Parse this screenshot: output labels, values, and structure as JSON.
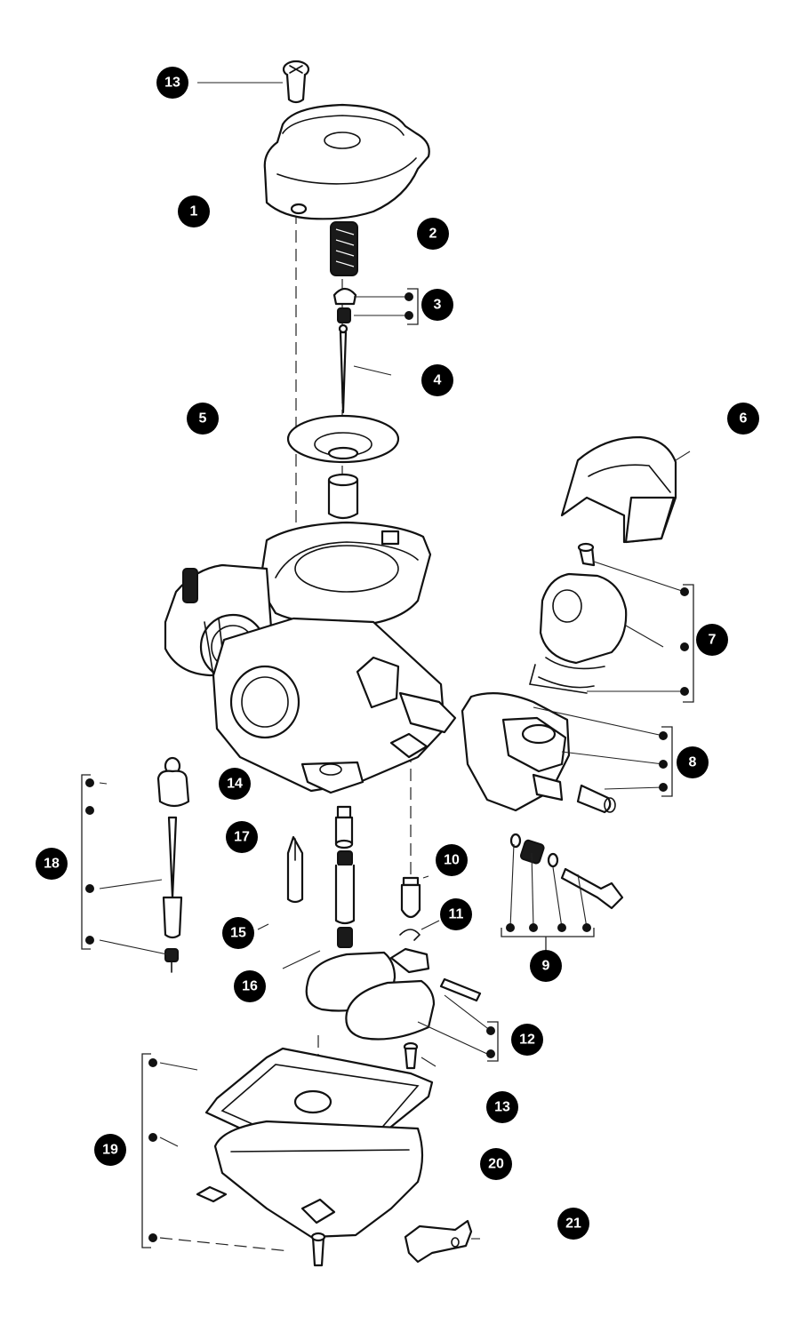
{
  "diagram": {
    "callouts": [
      {
        "id": "c13a",
        "label": "13"
      },
      {
        "id": "c1",
        "label": "1"
      },
      {
        "id": "c2",
        "label": "2"
      },
      {
        "id": "c3",
        "label": "3"
      },
      {
        "id": "c4",
        "label": "4"
      },
      {
        "id": "c5",
        "label": "5"
      },
      {
        "id": "c6",
        "label": "6"
      },
      {
        "id": "c7",
        "label": "7"
      },
      {
        "id": "c8",
        "label": "8"
      },
      {
        "id": "c9",
        "label": "9"
      },
      {
        "id": "c10",
        "label": "10"
      },
      {
        "id": "c11",
        "label": "11"
      },
      {
        "id": "c12",
        "label": "12"
      },
      {
        "id": "c13b",
        "label": "13"
      },
      {
        "id": "c14",
        "label": "14"
      },
      {
        "id": "c15",
        "label": "15"
      },
      {
        "id": "c16",
        "label": "16"
      },
      {
        "id": "c17",
        "label": "17"
      },
      {
        "id": "c18",
        "label": "18"
      },
      {
        "id": "c19",
        "label": "19"
      },
      {
        "id": "c20",
        "label": "20"
      },
      {
        "id": "c21",
        "label": "21"
      }
    ],
    "colors": {
      "ink": "#111111",
      "badge": "#000000",
      "badge_text": "#ffffff",
      "background": "#ffffff"
    }
  }
}
